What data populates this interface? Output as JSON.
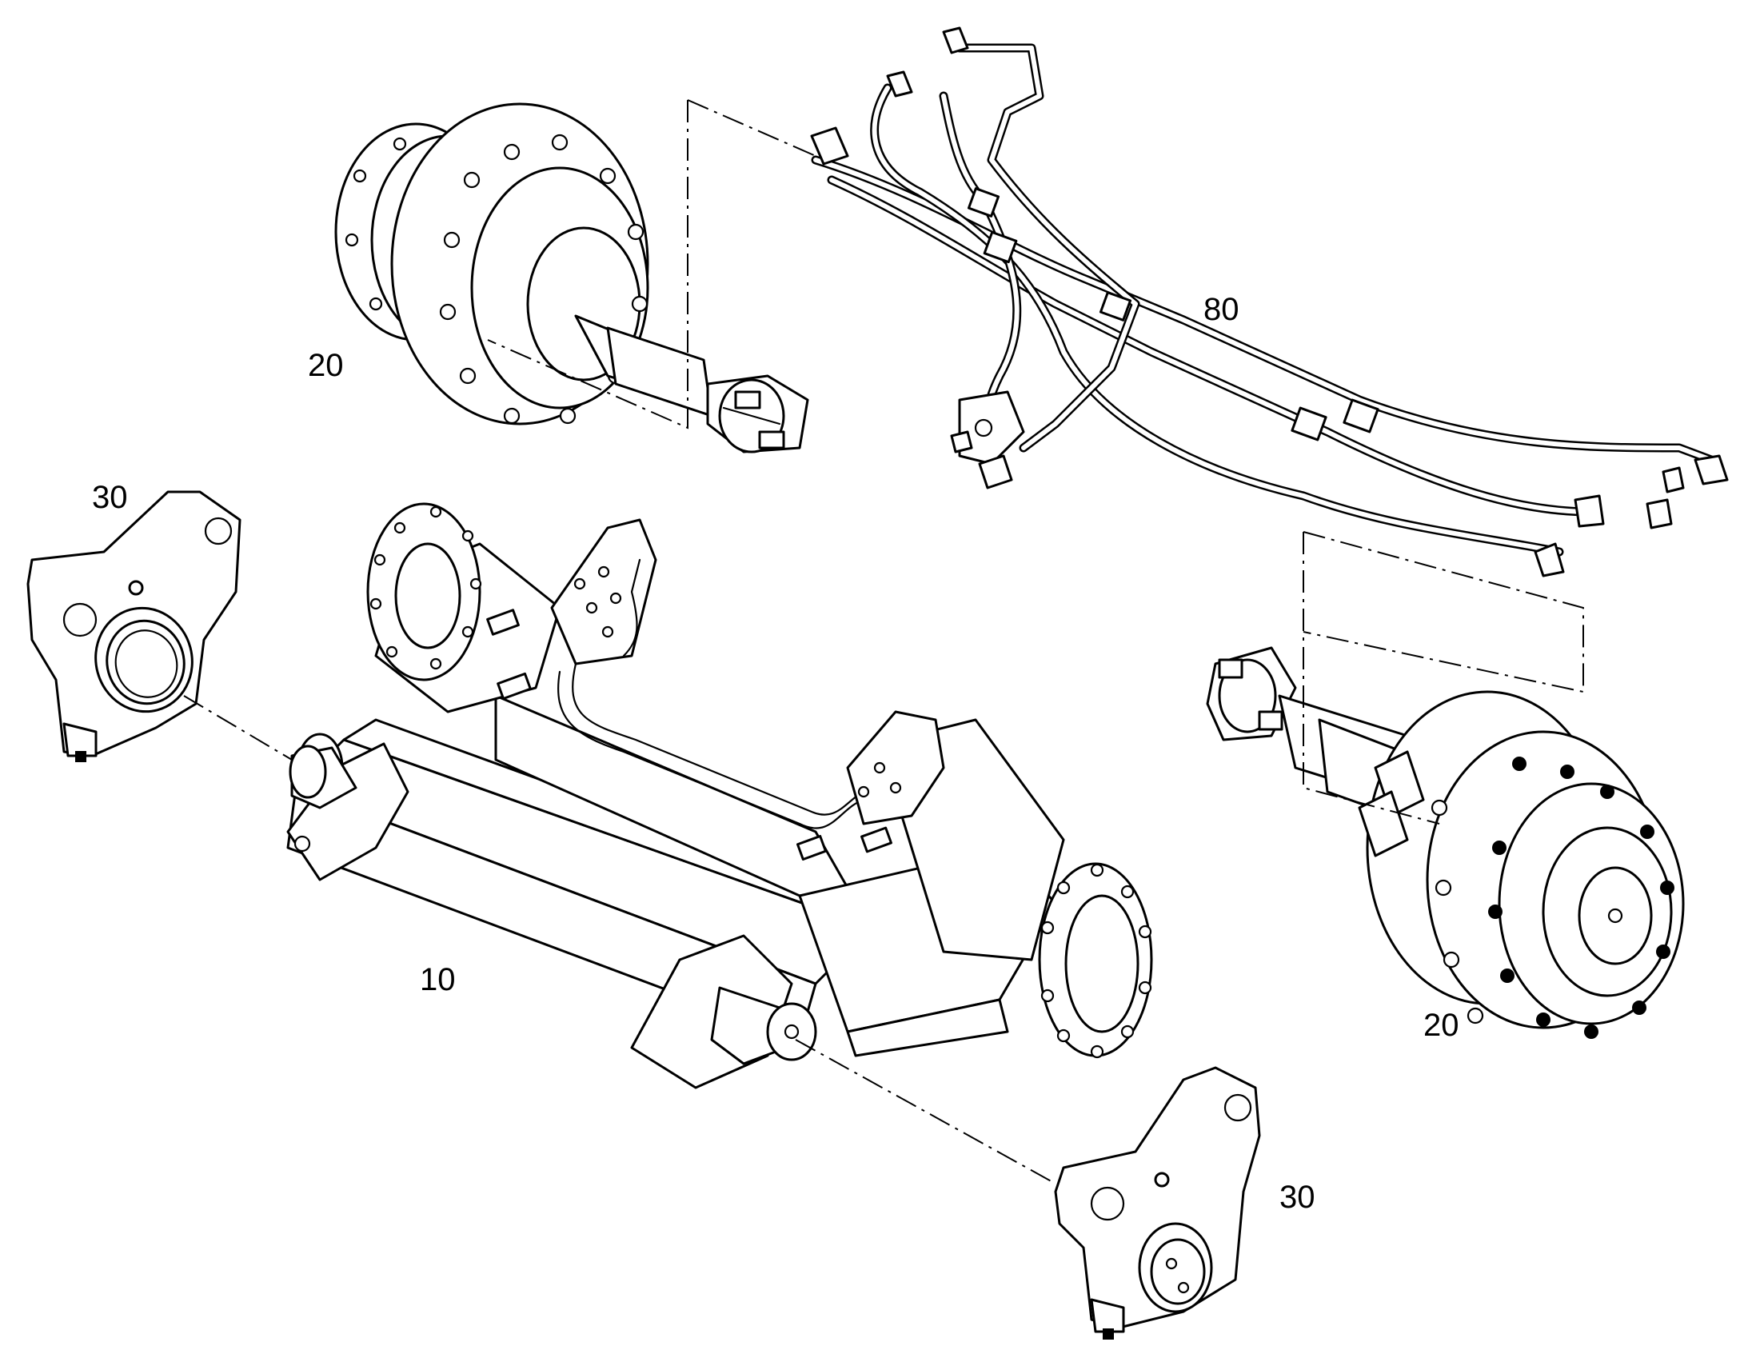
{
  "callouts": {
    "axle_housing": "10",
    "final_drive_left": "20",
    "final_drive_right": "20",
    "pivot_support_left": "30",
    "pivot_support_right": "30",
    "hose_kit": "80"
  },
  "colors": {
    "line": "#000000",
    "background": "#ffffff"
  }
}
